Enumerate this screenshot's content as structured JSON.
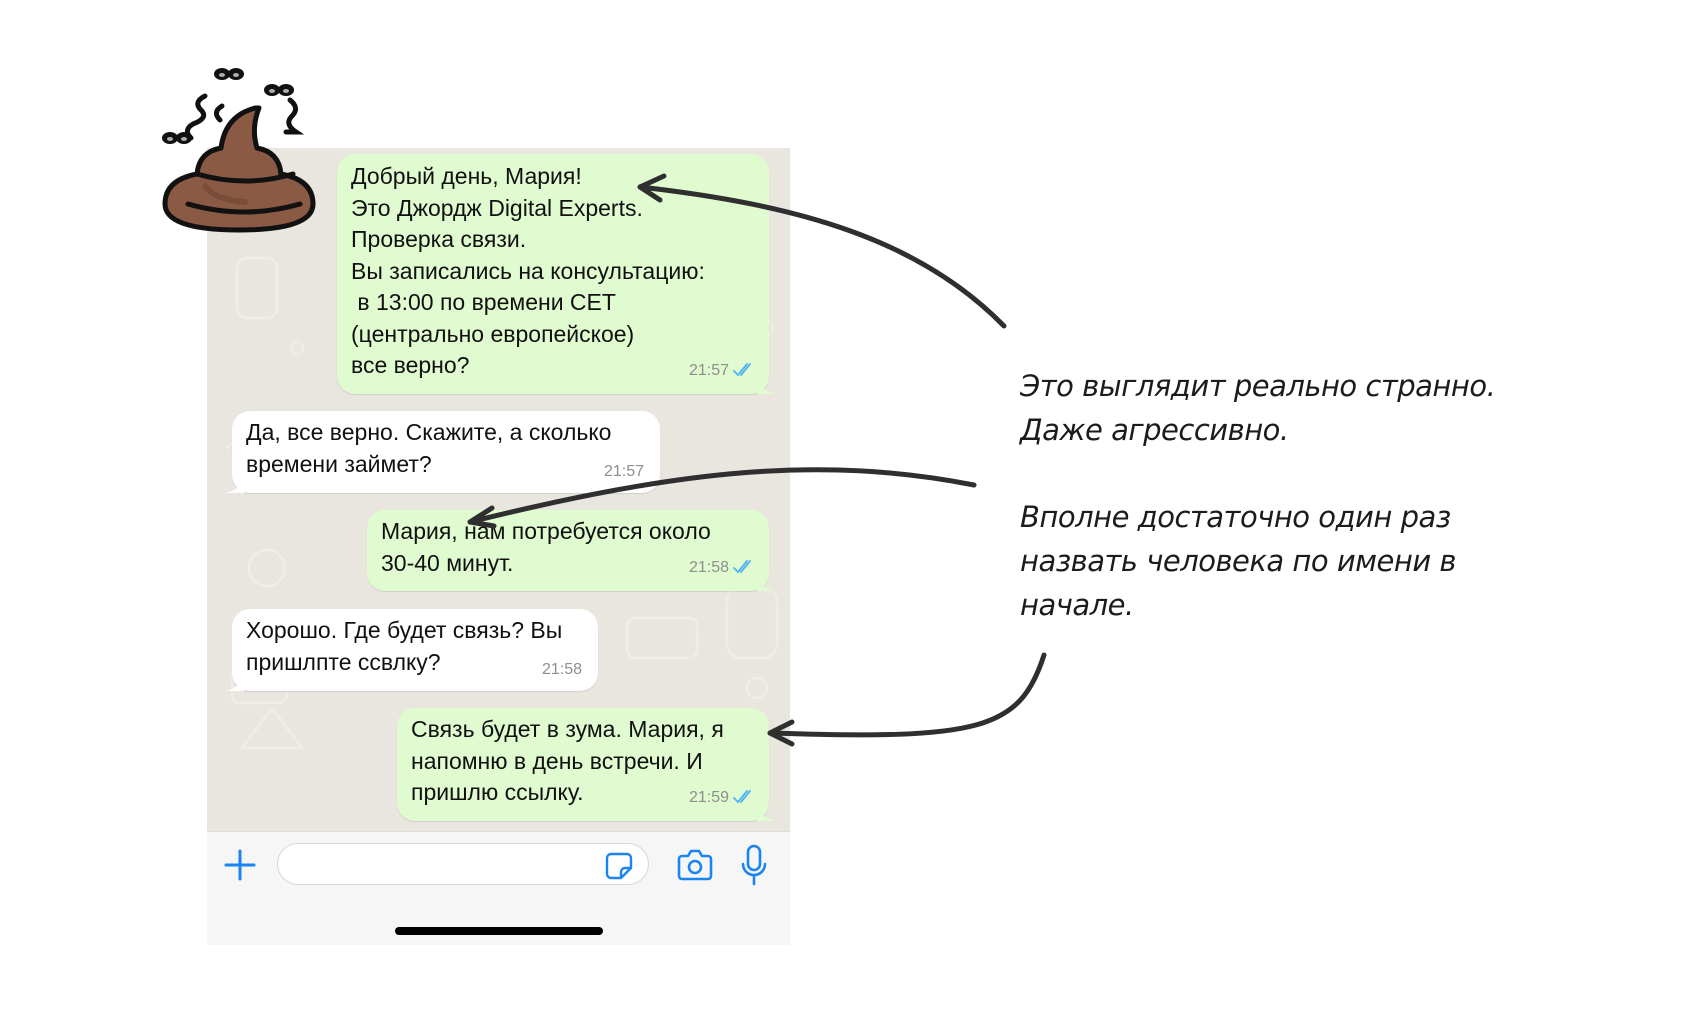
{
  "chat": {
    "messages": [
      {
        "direction": "outgoing",
        "text": "Добрый день, Мария!\nЭто Джордж Digital Experts.\nПроверка связи.\nВы записались на консультацию:\n в 13:00 по времени CET\n(центрально европейское)\nвсе верно?",
        "time": "21:57",
        "status": "read"
      },
      {
        "direction": "incoming",
        "text": "Да, все верно. Скажите, а сколько\nвремени займет?",
        "time": "21:57"
      },
      {
        "direction": "outgoing",
        "text": "Мария, нам потребуется около\n30-40 минут.",
        "time": "21:58",
        "status": "read"
      },
      {
        "direction": "incoming",
        "text": "Хорошо. Где будет связь? Вы\nпришлпте ссвлку?",
        "time": "21:58"
      },
      {
        "direction": "outgoing",
        "text": "Связь будет в зума. Мария, я\nнапомню в день встречи. И\nпришлю ссылку.",
        "time": "21:59",
        "status": "read"
      }
    ]
  },
  "composer": {
    "input_value": "",
    "icons": [
      "plus-icon",
      "sticker-icon",
      "camera-icon",
      "microphone-icon"
    ]
  },
  "annotation": {
    "line1": "Это выглядит реально странно.",
    "line2": "Даже агрессивно.",
    "line3": "Вполне достаточно один раз",
    "line4": "назвать человека по имени в",
    "line5": "начале."
  },
  "decoration": {
    "emoji": "poop-with-flies-icon"
  },
  "colors": {
    "outgoing_bubble": "#e0fbd0",
    "incoming_bubble": "#ffffff",
    "chat_background": "#e9e5df",
    "accent_blue": "#1a84f0",
    "read_check": "#4fb3f0",
    "arrow": "#2f2f2f"
  }
}
